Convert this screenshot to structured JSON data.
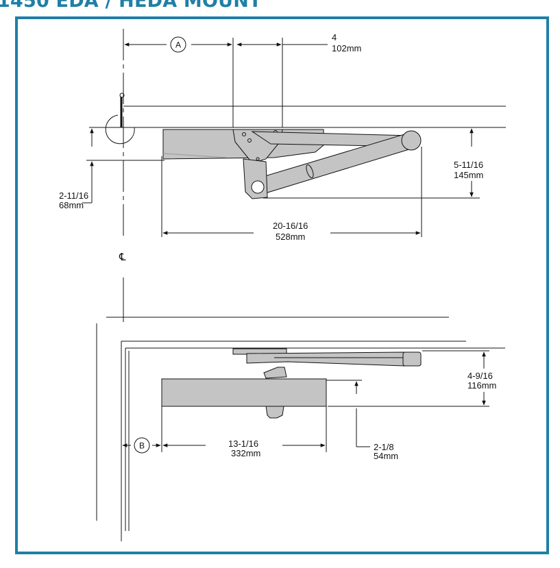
{
  "title": "1450 EDA / HEDA MOUNT",
  "colors": {
    "title": "#1f7fa6",
    "frame": "#1f7fa6",
    "body": "#c4c4c4",
    "line": "#111111"
  },
  "top_view": {
    "callout_a": "A",
    "dim_4": {
      "imperial": "4",
      "metric": "102mm"
    },
    "dim_5_11_16": {
      "imperial": "5-11/16",
      "metric": "145mm"
    },
    "dim_2_11_16": {
      "imperial": "2-11/16",
      "metric": "68mm"
    },
    "dim_20_16_16": {
      "imperial": "20-16/16",
      "metric": "528mm"
    },
    "centerline_symbol": "℄"
  },
  "elevation_view": {
    "callout_b": "B",
    "dim_4_9_16": {
      "imperial": "4-9/16",
      "metric": "116mm"
    },
    "dim_13_1_16": {
      "imperial": "13-1/16",
      "metric": "332mm"
    },
    "dim_2_1_8": {
      "imperial": "2-1/8",
      "metric": "54mm"
    }
  }
}
